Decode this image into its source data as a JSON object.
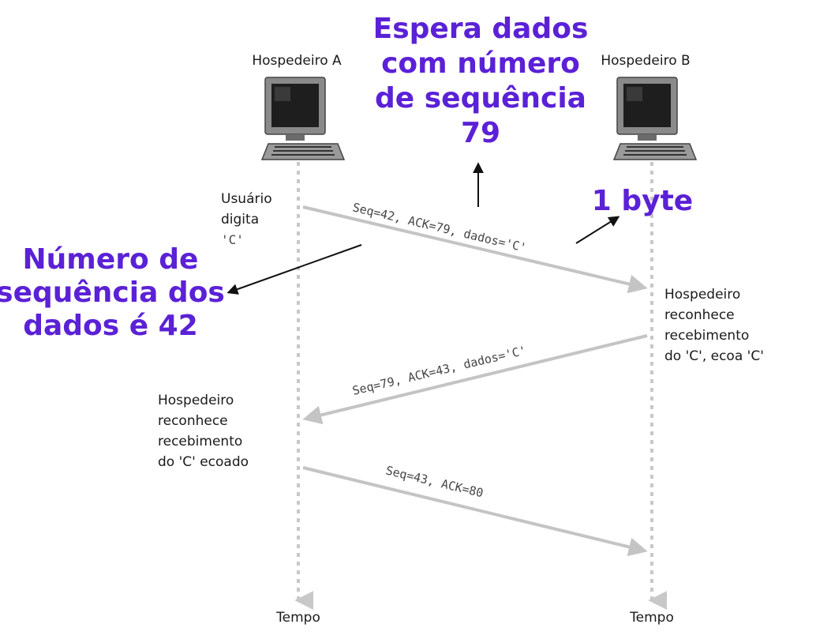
{
  "colors": {
    "annotation": "#5b21d6",
    "arrow": "#c4c4c4",
    "timeline": "#c8c8c8",
    "text": "#1a1a1a",
    "pointer": "#111111"
  },
  "hosts": {
    "a_label": "Hospedeiro A",
    "b_label": "Hospedeiro B",
    "icon": "desktop-computer-icon"
  },
  "timeline": {
    "a_time": "Tempo",
    "b_time": "Tempo"
  },
  "events": {
    "a_user": [
      "Usuário",
      "digita",
      "'C'"
    ],
    "b_ack": [
      "Hospedeiro",
      "reconhece",
      "recebimento",
      "do 'C', ecoa 'C'"
    ],
    "a_ack": [
      "Hospedeiro",
      "reconhece",
      "recebimento",
      "do 'C' ecoado"
    ]
  },
  "segments": {
    "seg1": "Seq=42, ACK=79, dados='C'",
    "seg2": "Seq=79, ACK=43, dados='C'",
    "seg3": "Seq=43, ACK=80"
  },
  "annotations": {
    "expect": [
      "Espera dados",
      "com número",
      "de sequência",
      "79"
    ],
    "one_byte": "1 byte",
    "seq_number": [
      "Número de",
      "sequência dos",
      "dados é 42"
    ]
  }
}
